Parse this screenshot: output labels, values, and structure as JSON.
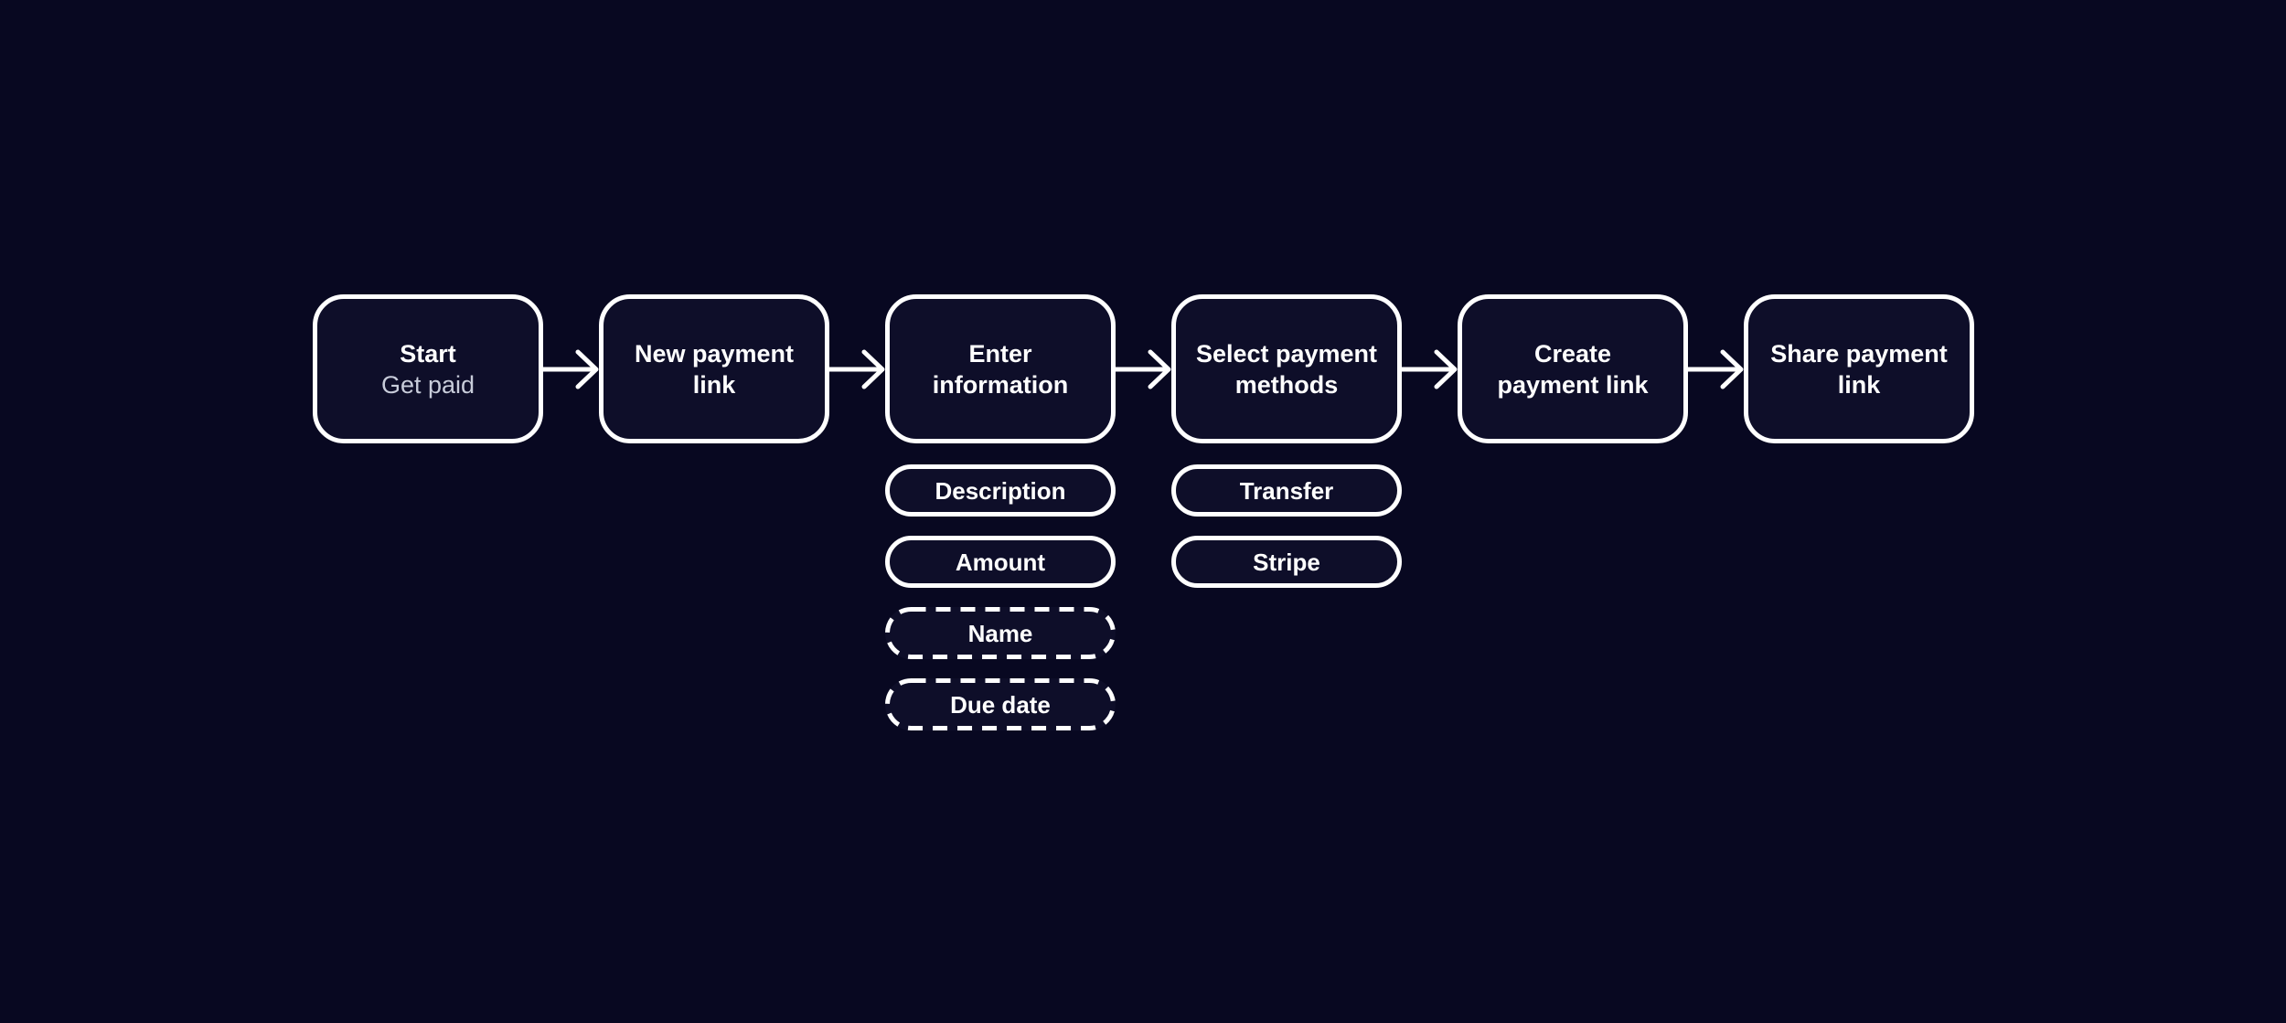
{
  "theme": {
    "background": "#080821",
    "node_fill": "#0e0e29",
    "stroke_color": "#ffffff",
    "title_color": "#ffffff",
    "subtitle_color": "#c8ccda"
  },
  "flow": {
    "steps": [
      {
        "title": "Start",
        "subtitle": "Get paid"
      },
      {
        "title": "New payment\nlink"
      },
      {
        "title": "Enter\ninformation",
        "children": [
          {
            "label": "Description",
            "style": "solid"
          },
          {
            "label": "Amount",
            "style": "solid"
          },
          {
            "label": "Name",
            "style": "dashed"
          },
          {
            "label": "Due date",
            "style": "dashed"
          }
        ]
      },
      {
        "title": "Select payment\nmethods",
        "children": [
          {
            "label": "Transfer",
            "style": "solid"
          },
          {
            "label": "Stripe",
            "style": "solid"
          }
        ]
      },
      {
        "title": "Create\npayment link"
      },
      {
        "title": "Share payment\nlink"
      }
    ]
  }
}
